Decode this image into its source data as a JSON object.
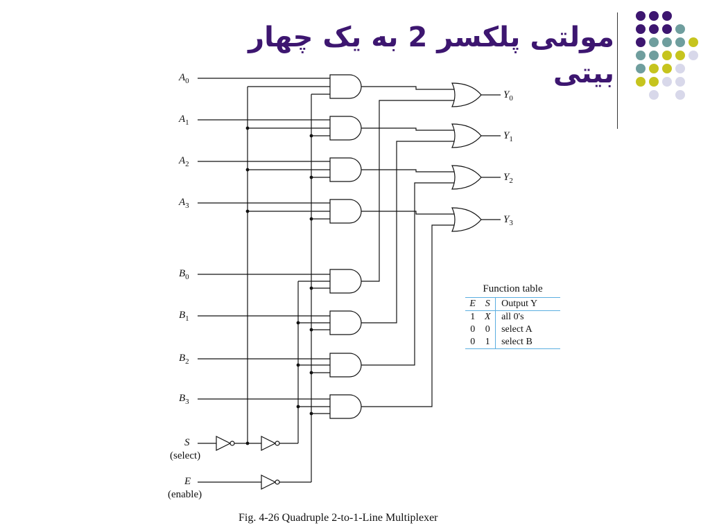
{
  "slide": {
    "title": "مولتی پلکسر 2 به یک چهار بیتی"
  },
  "decoration": {
    "dots": [
      [
        "#3d1670",
        "#3d1670",
        "#3d1670",
        null,
        null
      ],
      [
        "#3d1670",
        "#3d1670",
        "#3d1670",
        "#6f9e9e",
        null
      ],
      [
        "#3d1670",
        "#6f9e9e",
        "#6f9e9e",
        "#6f9e9e",
        "#c6c41e"
      ],
      [
        "#6f9e9e",
        "#6f9e9e",
        "#c6c41e",
        "#c6c41e",
        "#d8d8ea"
      ],
      [
        "#6f9e9e",
        "#c6c41e",
        "#c6c41e",
        "#d8d8ea",
        null
      ],
      [
        "#c6c41e",
        "#c6c41e",
        "#d8d8ea",
        "#d8d8ea",
        null
      ],
      [
        null,
        "#d8d8ea",
        null,
        "#d8d8ea",
        null
      ]
    ]
  },
  "circuit": {
    "inputs_a": [
      "A0",
      "A1",
      "A2",
      "A3"
    ],
    "inputs_b": [
      "B0",
      "B1",
      "B2",
      "B3"
    ],
    "outputs": [
      "Y0",
      "Y1",
      "Y2",
      "Y3"
    ],
    "select_label": "S",
    "select_note": "(select)",
    "enable_label": "E",
    "enable_note": "(enable)"
  },
  "function_table": {
    "caption": "Function table",
    "headers": [
      "E",
      "S",
      "Output Y"
    ],
    "rows": [
      [
        "1",
        "X",
        "all 0's"
      ],
      [
        "0",
        "0",
        "select A"
      ],
      [
        "0",
        "1",
        "select B"
      ]
    ]
  },
  "figure": {
    "caption": "Fig. 4-26  Quadruple 2-to-1-Line Multiplexer"
  }
}
